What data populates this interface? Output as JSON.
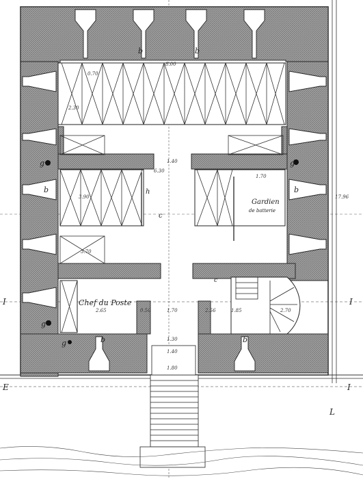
{
  "labels": {
    "b": "b",
    "g": "g",
    "c": "c",
    "h": "h",
    "c_prime": "c'",
    "chef_du_poste": "Chef du Poste",
    "gardien": "Gardien",
    "gardien_sub": "de batterie",
    "section_I": "I",
    "section_I_right": "I",
    "section_E": "E",
    "section_L": "L",
    "section_I_bottom": "I"
  },
  "dimensions": {
    "top_width": "8.00",
    "d_070a": "0.70",
    "d_230": "2.30",
    "d_140": "1.40",
    "d_630": "6.30",
    "d_170": "1.70",
    "d_390": "3.90",
    "d_370": "3.70",
    "d_265": "2.65",
    "d_170b": "1.70",
    "d_185": "1.85",
    "d_130": "1.30",
    "d_140b": "1.40",
    "d_180": "1.80",
    "d_270": "2.70",
    "d_256": "2.56",
    "d_1796": "17.96",
    "d_050": "0.50"
  },
  "colors": {
    "wall": "#8e8e8e",
    "ink": "#1c1c1c",
    "paper": "#ffffff"
  }
}
